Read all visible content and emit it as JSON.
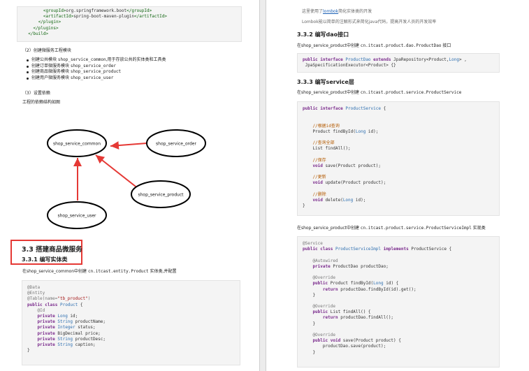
{
  "left": {
    "xml_code": [
      {
        "indent": "        ",
        "open": "<groupId>",
        "text": "org.springframework.boot",
        "close": "</groupId>"
      },
      {
        "indent": "        ",
        "open": "<artifactId>",
        "text": "spring-boot-maven-plugin",
        "close": "</artifactId>"
      },
      {
        "indent": "      ",
        "open": "</plugin>",
        "text": "",
        "close": ""
      },
      {
        "indent": "    ",
        "open": "</plugins>",
        "text": "",
        "close": ""
      },
      {
        "indent": "  ",
        "open": "</build>",
        "text": "",
        "close": ""
      }
    ],
    "step2_title": "（2）创建微服务工程模块",
    "bullets": [
      {
        "text": "创建公共模块 ",
        "code": "shop_service_common",
        "suffix": ",用于存放公共的实体类和工具类"
      },
      {
        "text": "创建订单微服务模块 ",
        "code": "shop_service_order",
        "suffix": ""
      },
      {
        "text": "创建商品微服务模块 ",
        "code": "shop_service_product",
        "suffix": ""
      },
      {
        "text": "创建用户微服务模块 ",
        "code": "shop_service_user",
        "suffix": ""
      }
    ],
    "step3_title": "（3）设置依赖",
    "dep_caption": "工程的依赖结构如图",
    "diagram": {
      "nodes": {
        "common": "shop_service_common",
        "order": "shop_service_order",
        "product": "shop_service_product",
        "user": "shop_service_user"
      }
    },
    "section_heading": "3.3 搭建商品微服务",
    "subsection_heading": "3.3.1 编写实体类",
    "entity_intro_pre": "在shop_service_common中创建 ",
    "entity_intro_code": "cn.itcast.entity.Product",
    "entity_intro_post": " 实体类,并配置",
    "entity_code": [
      [
        {
          "c": "an",
          "t": "@Data"
        }
      ],
      [
        {
          "c": "an",
          "t": "@Entity"
        }
      ],
      [
        {
          "c": "an",
          "t": "@Table(name="
        },
        {
          "c": "st",
          "t": "\"tb_product\""
        },
        {
          "c": "an",
          "t": ")"
        }
      ],
      [
        {
          "c": "kw",
          "t": "public class "
        },
        {
          "c": "ty",
          "t": "Product"
        },
        {
          "c": "",
          "t": " {"
        }
      ],
      [
        {
          "c": "an",
          "t": "    @Id"
        }
      ],
      [
        {
          "c": "kw",
          "t": "    private "
        },
        {
          "c": "ty",
          "t": "Long"
        },
        {
          "c": "",
          "t": " id;"
        }
      ],
      [
        {
          "c": "kw",
          "t": "    private "
        },
        {
          "c": "ty",
          "t": "String"
        },
        {
          "c": "",
          "t": " productName;"
        }
      ],
      [
        {
          "c": "kw",
          "t": "    private "
        },
        {
          "c": "ty",
          "t": "Integer"
        },
        {
          "c": "",
          "t": " status;"
        }
      ],
      [
        {
          "c": "kw",
          "t": "    private "
        },
        {
          "c": "",
          "t": "BigDecimal price;"
        }
      ],
      [
        {
          "c": "kw",
          "t": "    private "
        },
        {
          "c": "ty",
          "t": "String"
        },
        {
          "c": "",
          "t": " productDesc;"
        }
      ],
      [
        {
          "c": "kw",
          "t": "    private "
        },
        {
          "c": "ty",
          "t": "String"
        },
        {
          "c": "",
          "t": " caption;"
        }
      ],
      [
        {
          "c": "",
          "t": "}"
        }
      ]
    ]
  },
  "right": {
    "note1_pre": "这里使用了",
    "note1_link": "lombok",
    "note1_post": "简化实体类的开发",
    "note2": "Lombok能以简单的注解形式来简化java代码，提高开发人员的开发效率",
    "h_dao": "3.3.2 编写dao接口",
    "dao_intro_pre": "在shop_service_product中创建 ",
    "dao_intro_code": "cn.itcast.product.dao.ProductDao",
    "dao_intro_post": " 接口",
    "dao_code": [
      [
        {
          "c": "kw",
          "t": "public interface "
        },
        {
          "c": "ty",
          "t": "ProductDao"
        },
        {
          "c": "kw",
          "t": " extends "
        },
        {
          "c": "",
          "t": "JpaRepository<Product,"
        },
        {
          "c": "ty",
          "t": "Long"
        },
        {
          "c": "",
          "t": "> ,"
        }
      ],
      [
        {
          "c": "",
          "t": " JpaSpecificationExecutor<Product> {}"
        }
      ]
    ],
    "h_service": "3.3.3 编写service层",
    "service_intro_pre": "在shop_service_product中创建 ",
    "service_intro_code": "cn.itcast.product.service.ProductService",
    "service_code": [
      [
        {
          "c": "kw",
          "t": "public interface "
        },
        {
          "c": "ty",
          "t": "ProductService"
        },
        {
          "c": "",
          "t": " {"
        }
      ],
      [
        {
          "c": "",
          "t": ""
        }
      ],
      [
        {
          "c": "",
          "t": ""
        }
      ],
      [
        {
          "c": "cm",
          "t": "    //根据id查询"
        }
      ],
      [
        {
          "c": "",
          "t": "    Product findById("
        },
        {
          "c": "ty",
          "t": "Long"
        },
        {
          "c": "",
          "t": " id);"
        }
      ],
      [
        {
          "c": "",
          "t": ""
        }
      ],
      [
        {
          "c": "cm",
          "t": "    //查询全部"
        }
      ],
      [
        {
          "c": "",
          "t": "    List findAll();"
        }
      ],
      [
        {
          "c": "",
          "t": ""
        }
      ],
      [
        {
          "c": "cm",
          "t": "    //保存"
        }
      ],
      [
        {
          "c": "kw",
          "t": "    void "
        },
        {
          "c": "",
          "t": "save(Product product);"
        }
      ],
      [
        {
          "c": "",
          "t": ""
        }
      ],
      [
        {
          "c": "cm",
          "t": "    //更新"
        }
      ],
      [
        {
          "c": "kw",
          "t": "    void "
        },
        {
          "c": "",
          "t": "update(Product product);"
        }
      ],
      [
        {
          "c": "",
          "t": ""
        }
      ],
      [
        {
          "c": "cm",
          "t": "    //删除"
        }
      ],
      [
        {
          "c": "kw",
          "t": "    void "
        },
        {
          "c": "",
          "t": "delete("
        },
        {
          "c": "ty",
          "t": "Long"
        },
        {
          "c": "",
          "t": " id);"
        }
      ],
      [
        {
          "c": "",
          "t": "}"
        }
      ]
    ],
    "impl_intro_pre": "在shop_service_product中创建 ",
    "impl_intro_code": "cn.itcast.product.service.ProductServiceImpl",
    "impl_intro_post": " 实现类",
    "impl_code": [
      [
        {
          "c": "an",
          "t": "@Service"
        }
      ],
      [
        {
          "c": "kw",
          "t": "public class "
        },
        {
          "c": "ty",
          "t": "ProductServiceImpl"
        },
        {
          "c": "kw",
          "t": " implements "
        },
        {
          "c": "",
          "t": "ProductService {"
        }
      ],
      [
        {
          "c": "",
          "t": ""
        }
      ],
      [
        {
          "c": "an",
          "t": "    @Autowired"
        }
      ],
      [
        {
          "c": "kw",
          "t": "    private "
        },
        {
          "c": "",
          "t": "ProductDao productDao;"
        }
      ],
      [
        {
          "c": "",
          "t": ""
        }
      ],
      [
        {
          "c": "an",
          "t": "    @Override"
        }
      ],
      [
        {
          "c": "kw",
          "t": "    public "
        },
        {
          "c": "",
          "t": "Product findById("
        },
        {
          "c": "ty",
          "t": "Long"
        },
        {
          "c": "",
          "t": " id) {"
        }
      ],
      [
        {
          "c": "kw",
          "t": "        return "
        },
        {
          "c": "",
          "t": "productDao.findById(id).get();"
        }
      ],
      [
        {
          "c": "",
          "t": "    }"
        }
      ],
      [
        {
          "c": "",
          "t": ""
        }
      ],
      [
        {
          "c": "an",
          "t": "    @Override"
        }
      ],
      [
        {
          "c": "kw",
          "t": "    public "
        },
        {
          "c": "",
          "t": "List findAll() {"
        }
      ],
      [
        {
          "c": "kw",
          "t": "        return "
        },
        {
          "c": "",
          "t": "productDao.findAll();"
        }
      ],
      [
        {
          "c": "",
          "t": "    }"
        }
      ],
      [
        {
          "c": "",
          "t": ""
        }
      ],
      [
        {
          "c": "an",
          "t": "    @Override"
        }
      ],
      [
        {
          "c": "kw",
          "t": "    public void "
        },
        {
          "c": "",
          "t": "save(Product product) {"
        }
      ],
      [
        {
          "c": "",
          "t": "        productDao.save(product);"
        }
      ],
      [
        {
          "c": "",
          "t": "    }"
        }
      ]
    ]
  },
  "colors": {
    "highlight_red": "#e53935",
    "arrow_red": "#e53935",
    "code_bg": "#f4f4f4",
    "link_blue": "#1a5fb4"
  }
}
